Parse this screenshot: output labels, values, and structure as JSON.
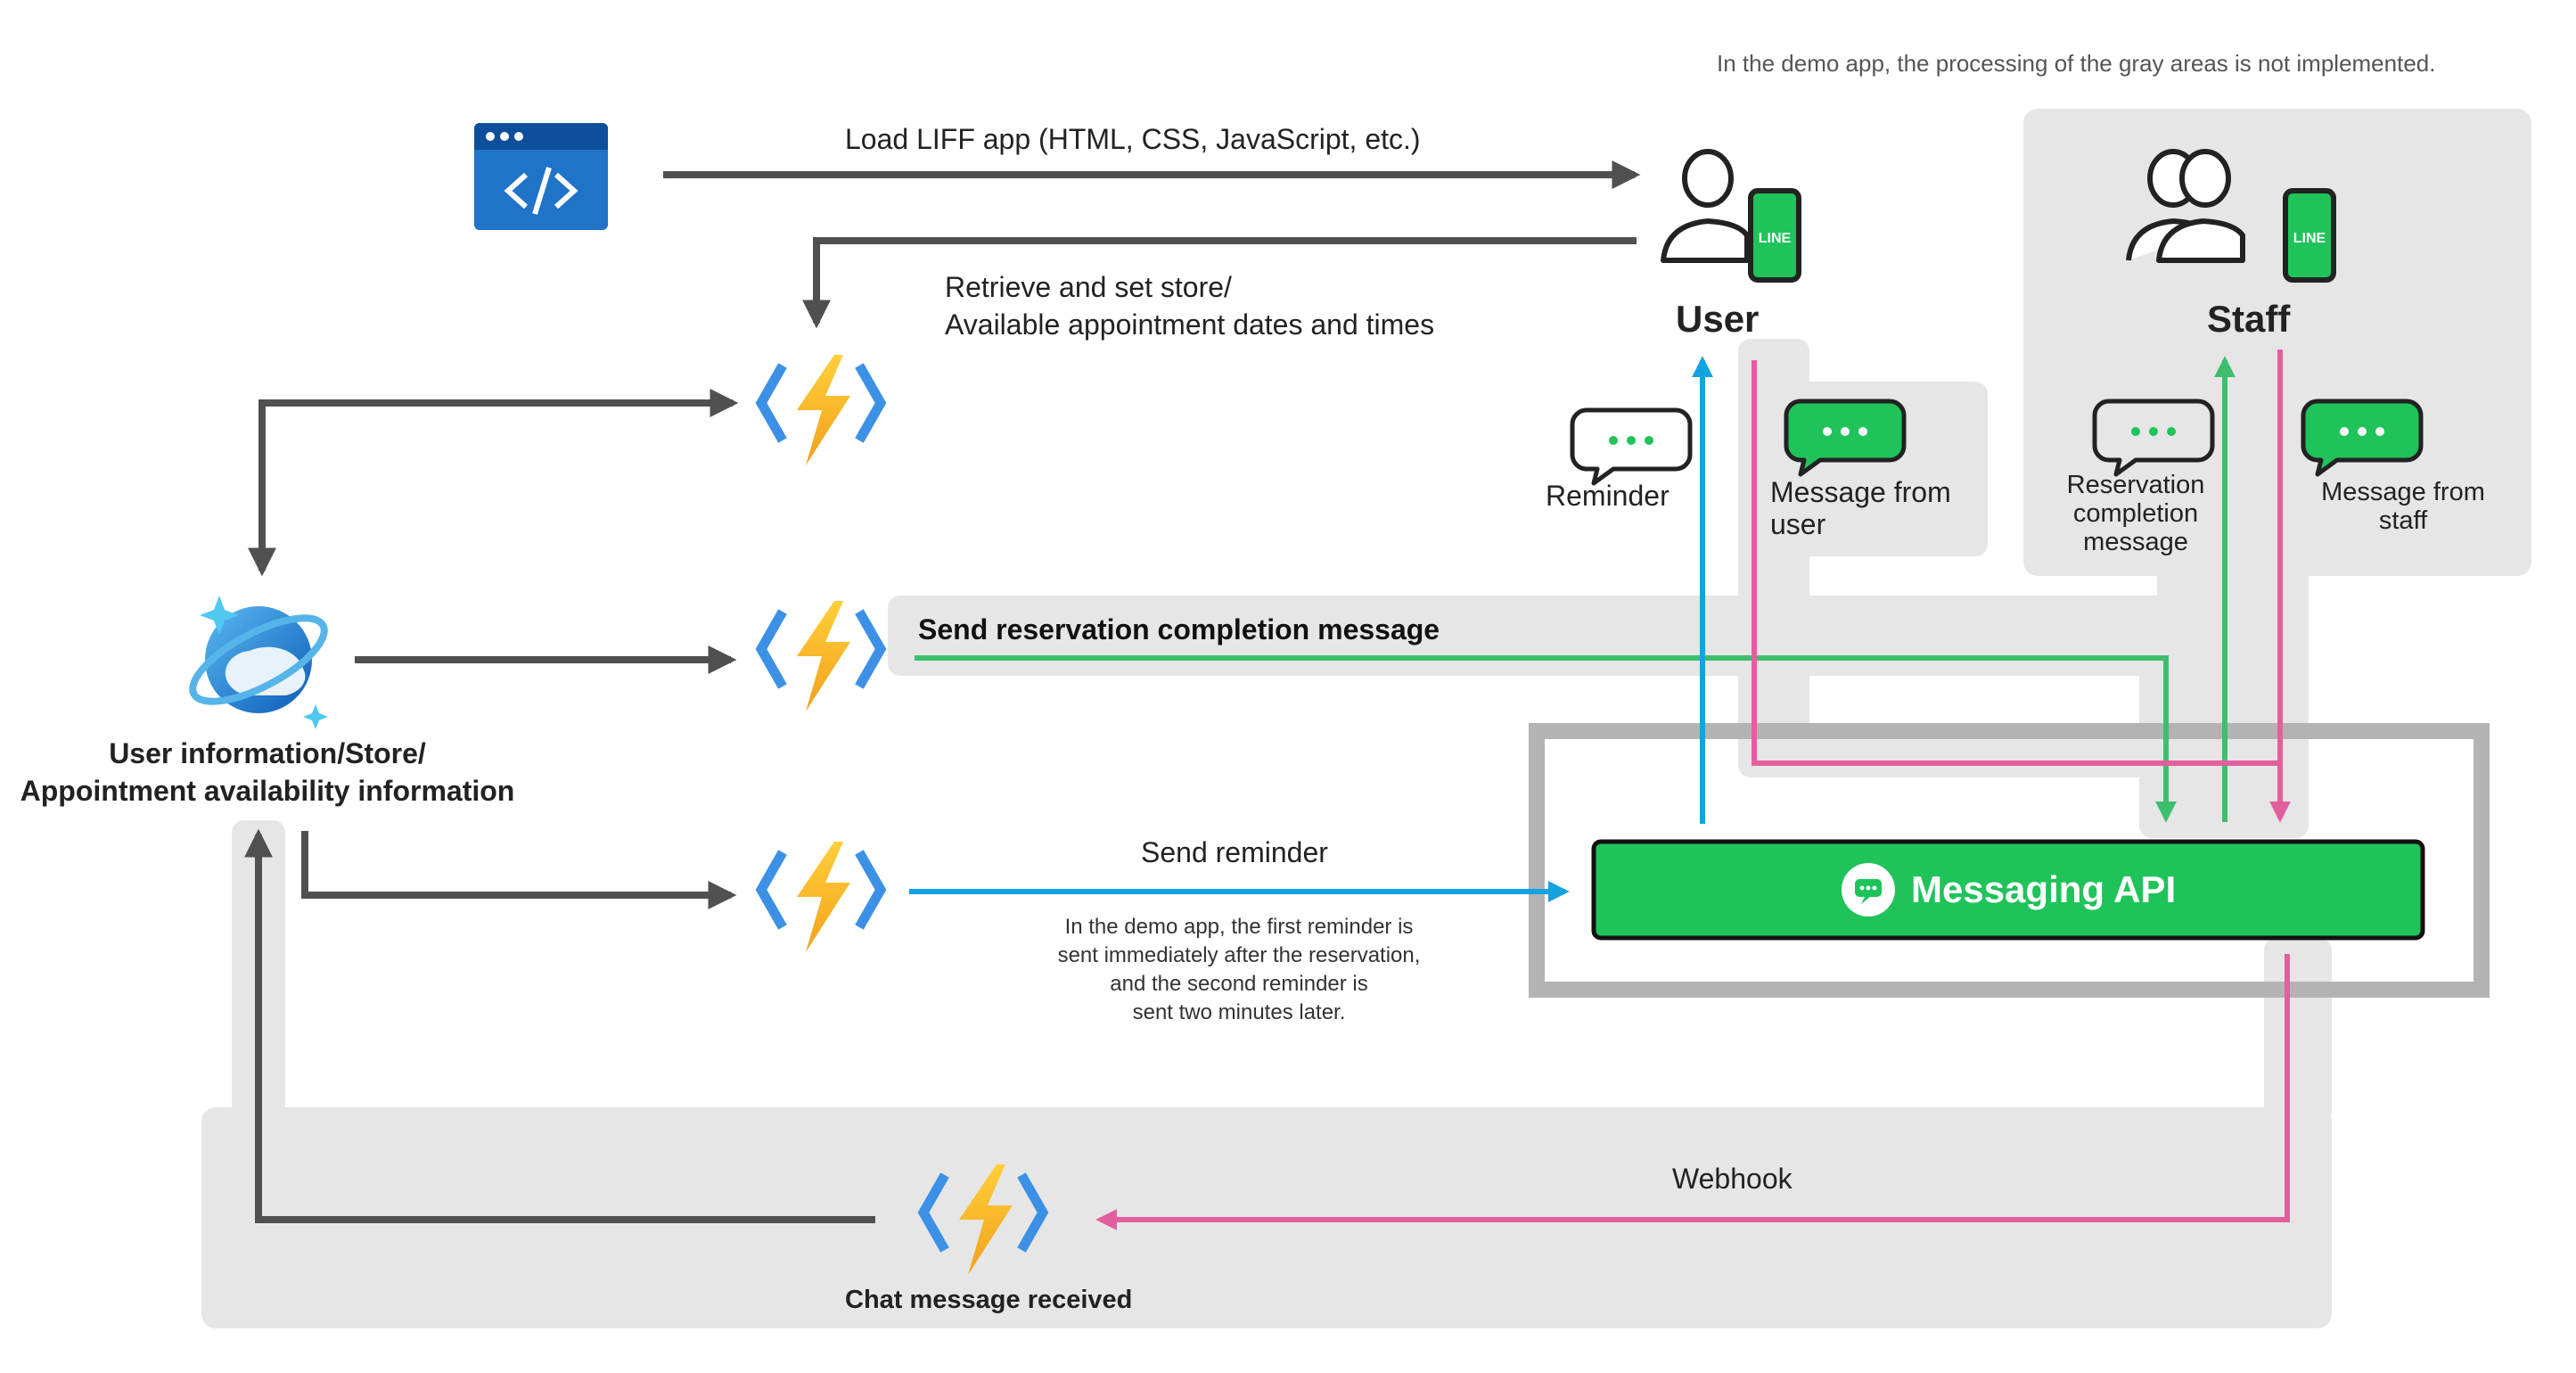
{
  "top_note": "In the demo app, the processing of the gray areas is not implemented.",
  "flows": {
    "load_liff": "Load LIFF app (HTML, CSS, JavaScript, etc.)",
    "retrieve_line1": "Retrieve and set store/",
    "retrieve_line2": "Available appointment dates and times",
    "send_completion": "Send reservation completion message",
    "send_reminder": "Send reminder",
    "reminder_note": [
      "In the demo app, the first reminder is",
      "sent immediately after the reservation,",
      "and the second reminder is",
      "sent two minutes later."
    ],
    "webhook": "Webhook"
  },
  "actors": {
    "user": "User",
    "staff": "Staff"
  },
  "phone_badge": "LINE",
  "messages": {
    "reminder": "Reminder",
    "from_user_1": "Message from",
    "from_user_2": "user",
    "completion_1": "Reservation",
    "completion_2": "completion",
    "completion_3": "message",
    "from_staff_1": "Message from",
    "from_staff_2": "staff"
  },
  "database": {
    "line1": "User information/Store/",
    "line2": "Appointment availability information"
  },
  "messaging_api": "Messaging API",
  "chat_received": "Chat message received",
  "icons": [
    "browser-code-icon",
    "function-icon",
    "cosmos-db-icon",
    "user-phone-icon",
    "staff-phone-icon",
    "chat-bubble-icon",
    "line-chat-icon"
  ],
  "colors": {
    "gray_area": "#e6e6e6",
    "dark_arrow": "#505050",
    "green_arrow": "#3dbf6e",
    "blue_arrow": "#12a3e0",
    "pink_arrow": "#e25f9e",
    "line_green": "#1fc35a",
    "api_border": "#b3b3b3"
  }
}
